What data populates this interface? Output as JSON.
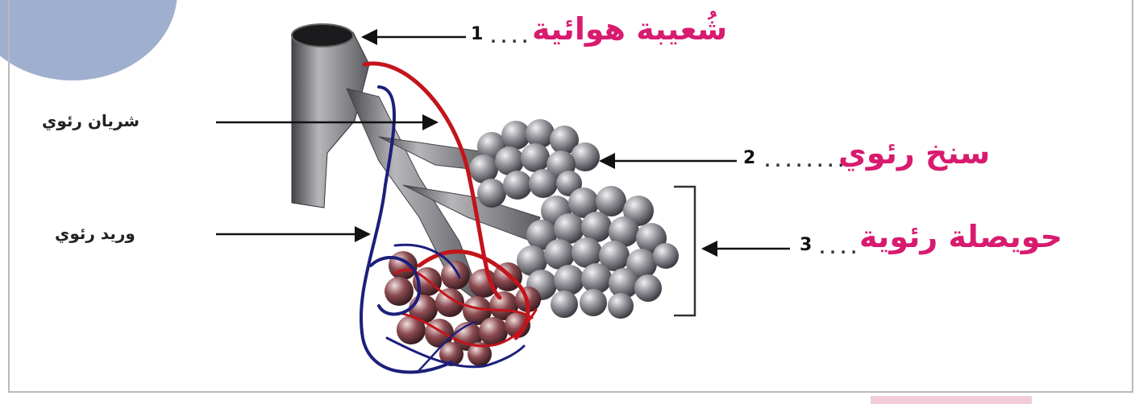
{
  "labels": {
    "bronchiole": "شُعيبة هوائية",
    "lung_artery": "شريان رئوي",
    "lung_vein": "وريد رئوي",
    "alveolar_sac": "سنخ رئوي",
    "alveolus": "حويصلة رئوية"
  },
  "numbers": {
    "n1": "1",
    "n2": "2",
    "n3": "3"
  },
  "dots": {
    "d1": "....",
    "d2": "........",
    "d3": "...."
  },
  "colors": {
    "label_pink": "#d81b6f",
    "artery_red": "#c3141b",
    "vein_blue": "#1c1f7a",
    "bronchus_gray": "#6e6f73",
    "alveoli_gray": "#8d8d93",
    "corner_blue": "#9fb0cf"
  },
  "icons": {
    "structure": "lung-alveoli-diagram",
    "pointer": "arrow-left-icon"
  }
}
